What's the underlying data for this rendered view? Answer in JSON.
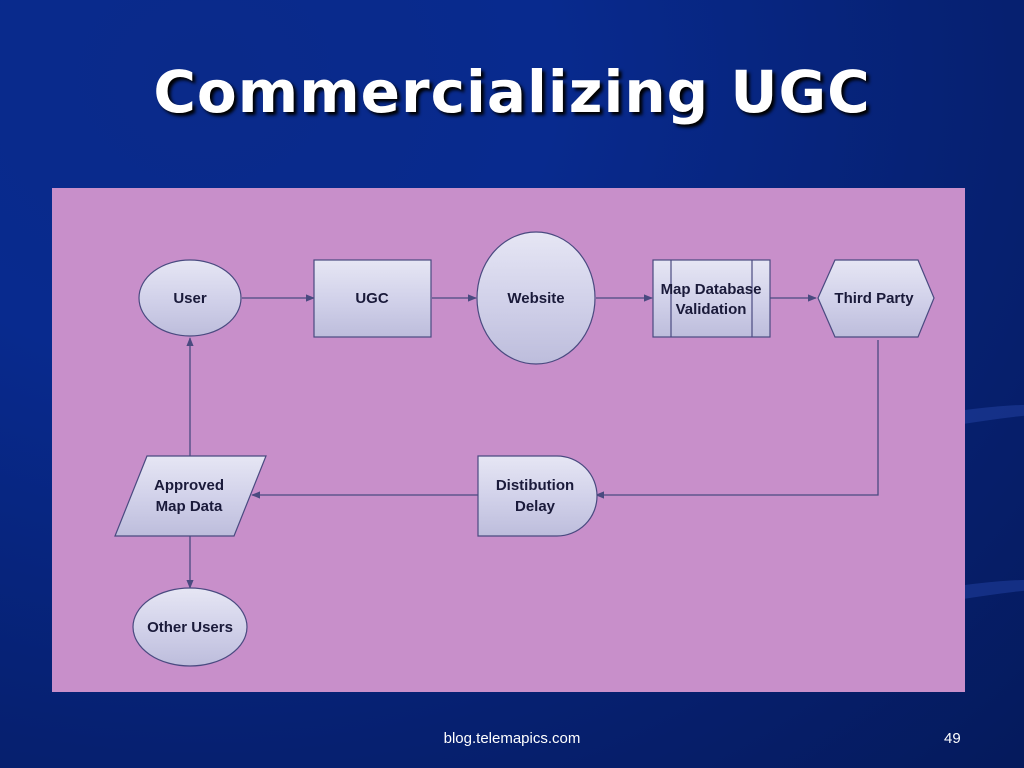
{
  "slide": {
    "title": "Commercializing UGC",
    "footer_url": "blog.telemapics.com",
    "page_number": "49"
  },
  "colors": {
    "background": "#082a8e",
    "panel": "#c88fca",
    "node_fill": "#d4d4ea",
    "node_stroke": "#4a4a80",
    "connector": "#4a4a80"
  },
  "diagram": {
    "nodes": {
      "user": {
        "label": "User",
        "shape": "ellipse"
      },
      "ugc": {
        "label": "UGC",
        "shape": "rectangle"
      },
      "website": {
        "label": "Website",
        "shape": "circle"
      },
      "map_db": {
        "label_line1": "Map Database",
        "label_line2": "Validation",
        "shape": "predefined-process"
      },
      "third_party": {
        "label": "Third Party",
        "shape": "hexagon"
      },
      "distribution": {
        "label_line1": "Distibution",
        "label_line2": "Delay",
        "shape": "delay"
      },
      "approved": {
        "label_line1": "Approved",
        "label_line2": "Map Data",
        "shape": "parallelogram"
      },
      "other_users": {
        "label": "Other Users",
        "shape": "ellipse"
      }
    }
  }
}
